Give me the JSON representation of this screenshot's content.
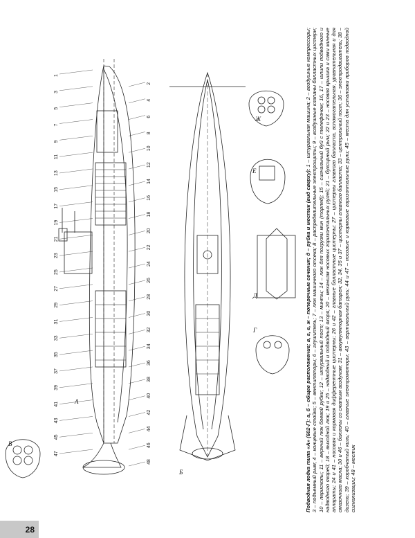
{
  "view_labels": {
    "a": "А",
    "b": "Б",
    "v": "В",
    "g": "Г",
    "d": "Д",
    "e": "Е",
    "zh": "Ж"
  },
  "part_numbers": [
    "1",
    "2",
    "3",
    "4",
    "5",
    "6",
    "7",
    "8",
    "9",
    "10",
    "11",
    "12",
    "13",
    "14",
    "15",
    "16",
    "17",
    "18",
    "19",
    "20",
    "21",
    "22",
    "23",
    "24",
    "25",
    "26",
    "27",
    "28",
    "29",
    "30",
    "31",
    "32",
    "33",
    "34",
    "35",
    "36",
    "37",
    "38",
    "39",
    "40",
    "41",
    "42",
    "43",
    "44",
    "45",
    "46",
    "47",
    "48"
  ],
  "caption": {
    "title": "Подводная лодка типа «А» (602-Г): а, б – общее расположение; в, г, е, ж – поперечные сечения; д – рубка и мостик (вид сверху):",
    "legend": "1 – штурвальная машина; 2 – воздушные компрессоры; 3 – подъемный рым; 4 – концевые стойки; 5 – вентиляторы; 6 – глушитель; 7 – люк машинного отсека; 8 – распределительные электрощиты; 9 – воздушные клапаны балластных цистерн; 10 – перископы; 11 – верхний люк боевой рубки; 12 – штурвальный пост; 13 – минты; 14 – люк для погрузки мин (торпед); 15 – сигнальный буй с телефоном; 16, 17 – шпили подводного и надводного якорей; 18 – выходной люк; 19 и 25 – надводный и подводный якоря; 20 – механизм носовых горизонтальных рулей; 21 – буксирный рым; 22 и 23 – носовая крышка и сами минные аппараты; 24 и 41 – носовая и кормовая дифферентные цистерны; 26 и 42 – главные балластные цистерны; 27 – цистерны главного балласта, вспомогательная, уравнительная и для смазочного масла; 30 и 46 – баллоны со сжатым воздухом; 31 – аккумуляторная батарея; 32, 34, 35 и 37 – цистерны главного балласта; 33 – центральный пост; 36 – электродвигатель; 38 – дизели; 39 – коробчатый киль; 40 – главные электромоторы; 43 – вертикальный руль; 44 и 47 – носовые и кормовые горизонтальные рули; 45 – места для установки приборов подводной сигнализации; 48 – мостик"
  },
  "page_number": "28"
}
